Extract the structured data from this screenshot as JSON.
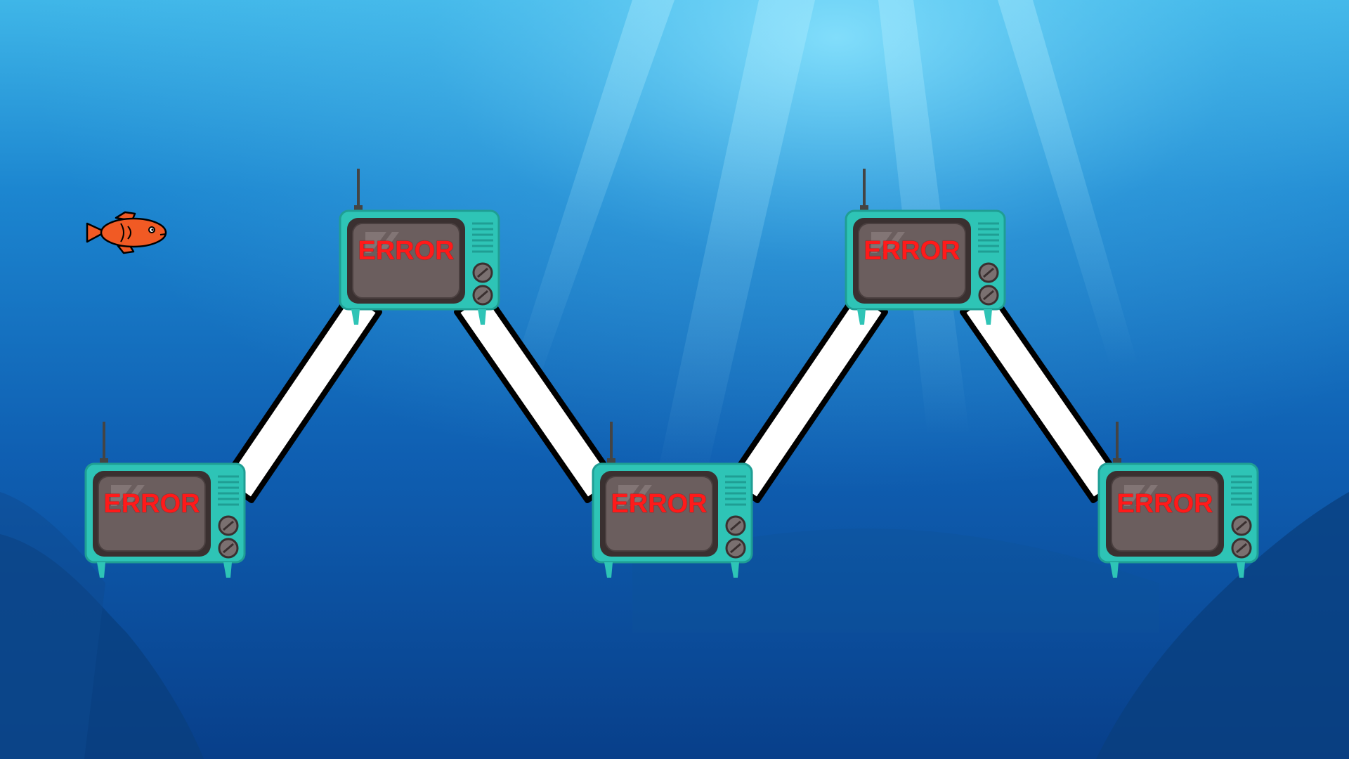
{
  "scene": {
    "background": "underwater",
    "colors": {
      "water_top": "#49c3ee",
      "water_mid": "#1a78c8",
      "water_bottom": "#073f8c",
      "tv_body": "#2ec4b6",
      "tv_body_dark": "#1f9e94",
      "tv_screen": "#6b5e5e",
      "tv_label": "#ff1a1a",
      "path_fill": "#ffffff",
      "path_stroke": "#000000",
      "fish_body": "#f15a24",
      "fish_outline": "#000000"
    }
  },
  "player": {
    "icon": "fish-icon"
  },
  "levels": [
    {
      "id": 1,
      "label": "ERROR",
      "icon": "tv-icon"
    },
    {
      "id": 2,
      "label": "ERROR",
      "icon": "tv-icon"
    },
    {
      "id": 3,
      "label": "ERROR",
      "icon": "tv-icon"
    },
    {
      "id": 4,
      "label": "ERROR",
      "icon": "tv-icon"
    },
    {
      "id": 5,
      "label": "ERROR",
      "icon": "tv-icon"
    }
  ]
}
